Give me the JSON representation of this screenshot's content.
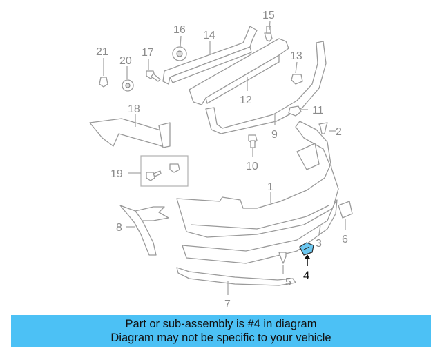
{
  "diagram": {
    "callouts": [
      "1",
      "2",
      "3",
      "4",
      "5",
      "6",
      "7",
      "8",
      "9",
      "10",
      "11",
      "12",
      "13",
      "14",
      "15",
      "16",
      "17",
      "18",
      "19",
      "20",
      "21"
    ],
    "highlighted_callout": "4",
    "highlight_color": "#6bc7f0"
  },
  "banner": {
    "line1": "Part or sub-assembly is #4 in diagram",
    "line2": "Diagram may not be specific to your vehicle",
    "background": "#4cc1f5"
  }
}
